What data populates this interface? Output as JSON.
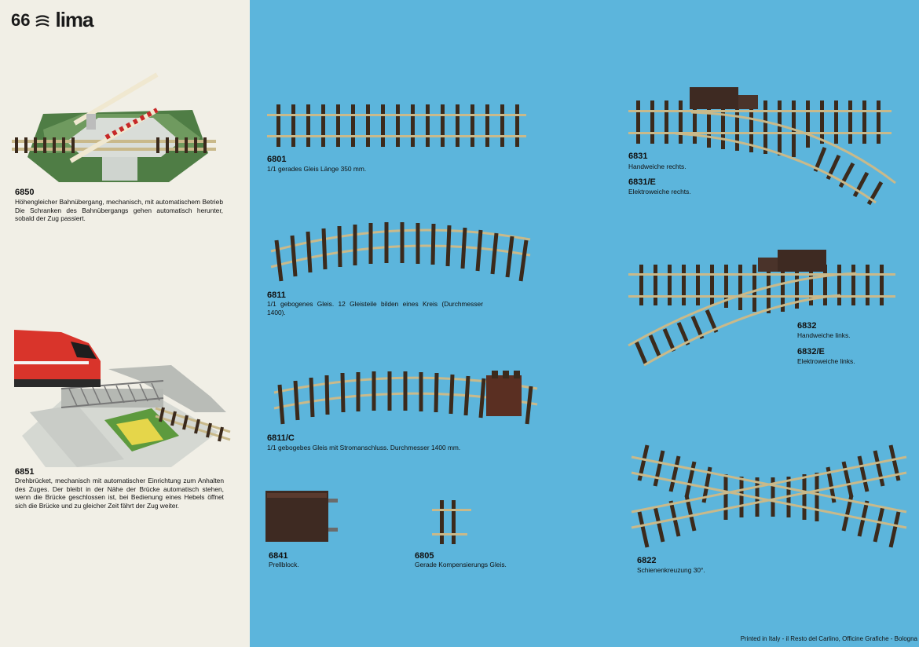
{
  "header": {
    "page_number": "66",
    "brand": "lima"
  },
  "items": [
    {
      "code": "6850",
      "description": "Höhengleicher Bahnübergang, mechanisch, mit automatischem Betrieb Die Schranken des Bahnübergangs gehen automatisch herunter, sobald der Zug passiert."
    },
    {
      "code": "6851",
      "description": "Drehbrücket, mechanisch mit automatischer Einrichtung zum Anhalten des Zuges. Der bleibt in der Nähe der Brücke automatisch stehen, wenn die Brücke geschlossen ist, bei Bedienung eines Hebels öffnet sich die Brücke und zu gleicher Zeit fährt der Zug weiter."
    },
    {
      "code": "6801",
      "description": "1/1 gerades Gleis Länge 350 mm."
    },
    {
      "code": "6811",
      "description": "1/1 gebogenes Gleis. 12 Gleisteile bilden eines Kreis (Durchmesser 1400)."
    },
    {
      "code": "6811/C",
      "description": "1/1 gebogebes Gleis mit Stromanschluss. Durchmesser 1400 mm."
    },
    {
      "code": "6841",
      "description": "Prellblock."
    },
    {
      "code": "6805",
      "description": "Gerade Kompensierungs Gleis."
    },
    {
      "code": "6831",
      "description": "Handweiche rechts."
    },
    {
      "code": "6831/E",
      "description": "Elektroweiche rechts."
    },
    {
      "code": "6832",
      "description": "Handweiche links."
    },
    {
      "code": "6832/E",
      "description": "Elektroweiche links."
    },
    {
      "code": "6822",
      "description": "Schienenkreuzung 30°."
    }
  ],
  "footer": {
    "text": "Printed in Italy - il Resto del Carlino, Officine Grafiche - Bologna"
  },
  "colors": {
    "left_bg": "#f1efe6",
    "right_bg": "#5cb5dc",
    "sleeper": "#3b2a1c",
    "rail": "#c9b98a",
    "block": "#3e2a22",
    "train_red": "#d9342b"
  }
}
